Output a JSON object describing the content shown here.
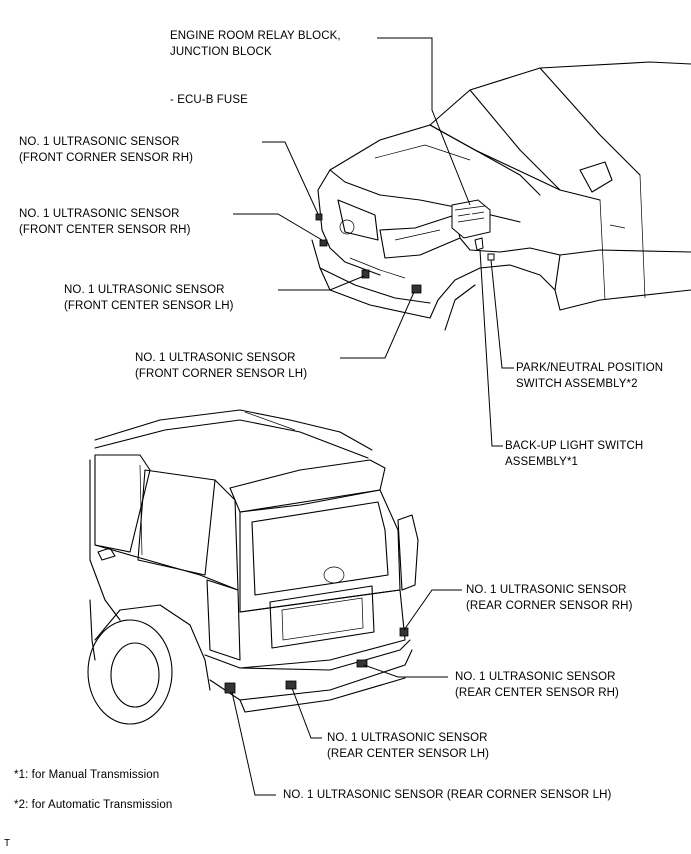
{
  "labels": {
    "engine_room_relay_1": "ENGINE ROOM RELAY BLOCK,",
    "engine_room_relay_2": "JUNCTION BLOCK",
    "ecu_b_fuse": "- ECU-B FUSE",
    "front_corner_rh_1": "NO. 1 ULTRASONIC SENSOR",
    "front_corner_rh_2": "(FRONT CORNER SENSOR RH)",
    "front_center_rh_1": "NO. 1 ULTRASONIC SENSOR",
    "front_center_rh_2": "(FRONT CENTER SENSOR RH)",
    "front_center_lh_1": "NO. 1 ULTRASONIC SENSOR",
    "front_center_lh_2": "(FRONT CENTER SENSOR LH)",
    "front_corner_lh_1": "NO. 1 ULTRASONIC SENSOR",
    "front_corner_lh_2": "(FRONT CORNER SENSOR LH)",
    "park_neutral_1": "PARK/NEUTRAL POSITION",
    "park_neutral_2": "SWITCH ASSEMBLY*2",
    "backup_light_1": "BACK-UP LIGHT SWITCH",
    "backup_light_2": "ASSEMBLY*1",
    "rear_corner_rh_1": "NO. 1 ULTRASONIC SENSOR",
    "rear_corner_rh_2": "(REAR CORNER SENSOR RH)",
    "rear_center_rh_1": "NO. 1 ULTRASONIC SENSOR",
    "rear_center_rh_2": "(REAR CENTER SENSOR RH)",
    "rear_center_lh_1": "NO. 1 ULTRASONIC SENSOR",
    "rear_center_lh_2": "(REAR CENTER SENSOR LH)",
    "rear_corner_lh": "NO. 1 ULTRASONIC SENSOR (REAR CORNER SENSOR LH)"
  },
  "notes": {
    "note1": "*1: for Manual Transmission",
    "note2": "*2: for Automatic Transmission"
  },
  "footer_mark": "T"
}
